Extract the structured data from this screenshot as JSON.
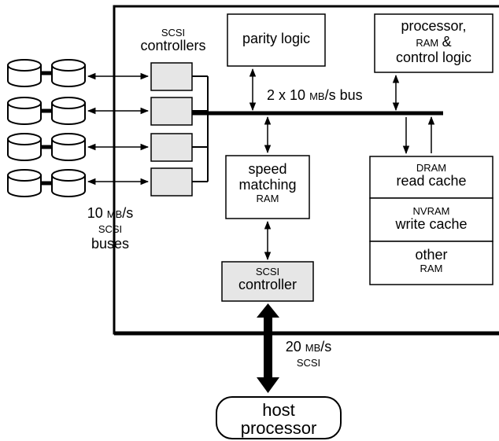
{
  "labels": {
    "scsi_controllers": [
      "SCSI",
      "controllers"
    ],
    "parity_logic": "parity logic",
    "processor": [
      "processor,",
      "RAM",
      "&",
      "control logic"
    ],
    "bus": [
      "2 x 10",
      "MB",
      "/s bus"
    ],
    "speed_matching": [
      "speed",
      "matching",
      "RAM"
    ],
    "dram": [
      "DRAM",
      "read cache"
    ],
    "nvram": [
      "NVRAM",
      "write cache"
    ],
    "other_ram": [
      "other",
      "RAM"
    ],
    "scsi_buses": [
      "10",
      "MB",
      "/s",
      "SCSI",
      "buses"
    ],
    "host_scsi_controller": [
      "SCSI",
      "controller"
    ],
    "host_link": [
      "20",
      "MB",
      "/s",
      "SCSI"
    ],
    "host_processor": [
      "host",
      "processor"
    ]
  },
  "colors": {
    "line": "#000000",
    "controller_fill": "#e6e6e6",
    "background": "#ffffff"
  }
}
